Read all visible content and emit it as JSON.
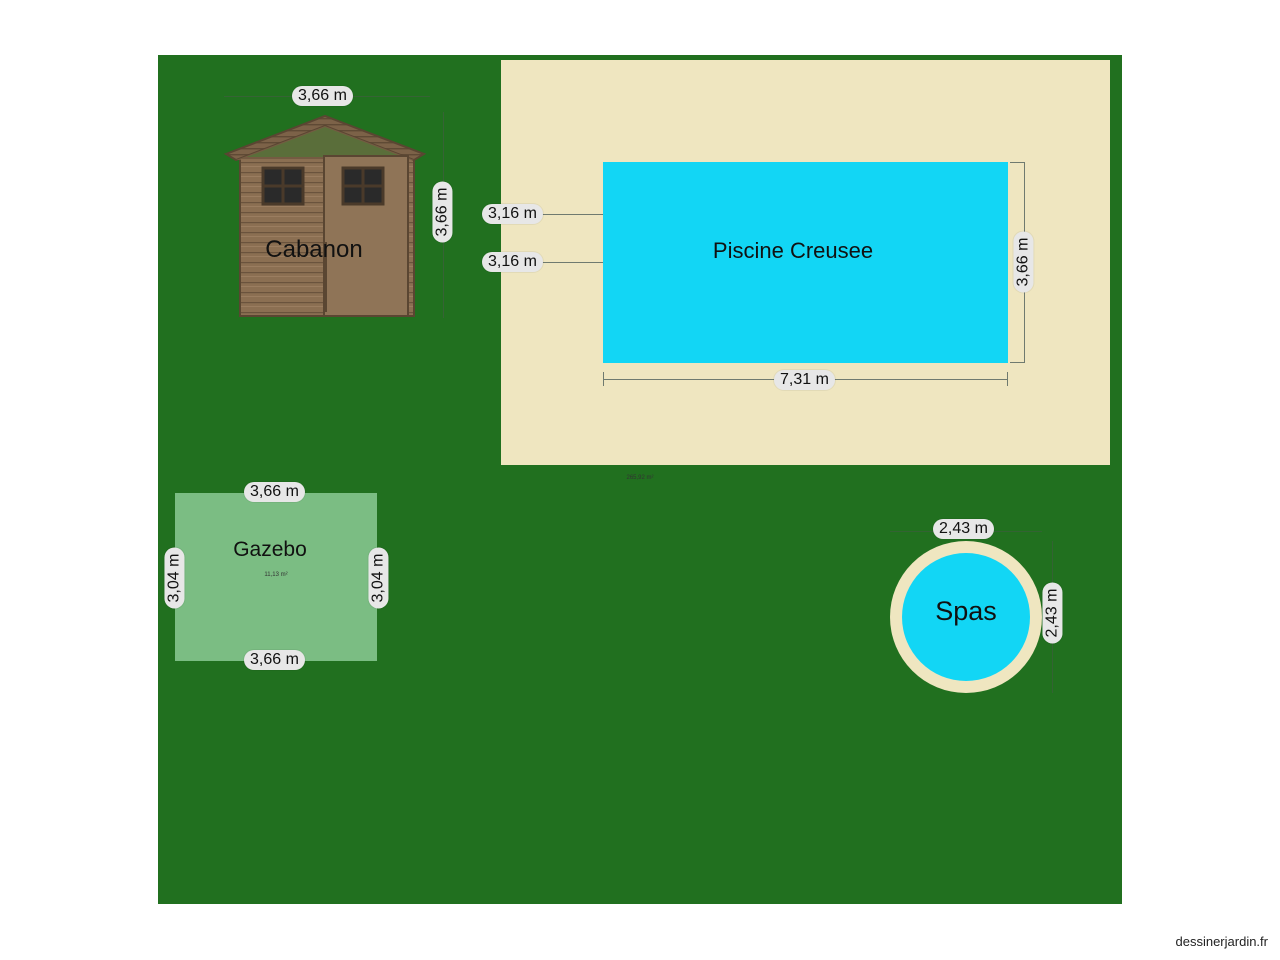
{
  "colors": {
    "lawn": "#21701f",
    "deck": "#efe6c0",
    "water": "#12d6f5",
    "gazebo": "#7bbd83",
    "dimension_badge": "#e7e7e7"
  },
  "elements": {
    "shed": {
      "label": "Cabanon",
      "width_label": "3,66 m",
      "height_label": "3,66 m"
    },
    "pool": {
      "label": "Piscine Creusee",
      "width_label": "7,31 m",
      "height_label": "3,66 m",
      "offset_top_label": "3,16 m",
      "offset_bottom_label": "3,16 m",
      "deck_area_label": "265,92 m²"
    },
    "gazebo": {
      "label": "Gazebo",
      "area_label": "11,13 m²",
      "top_width_label": "3,66 m",
      "bottom_width_label": "3,66 m",
      "left_height_label": "3,04 m",
      "right_height_label": "3,04 m"
    },
    "spa": {
      "label": "Spas",
      "width_label": "2,43 m",
      "height_label": "2,43 m"
    }
  },
  "footer": {
    "brand": "dessinerjardin.fr"
  }
}
